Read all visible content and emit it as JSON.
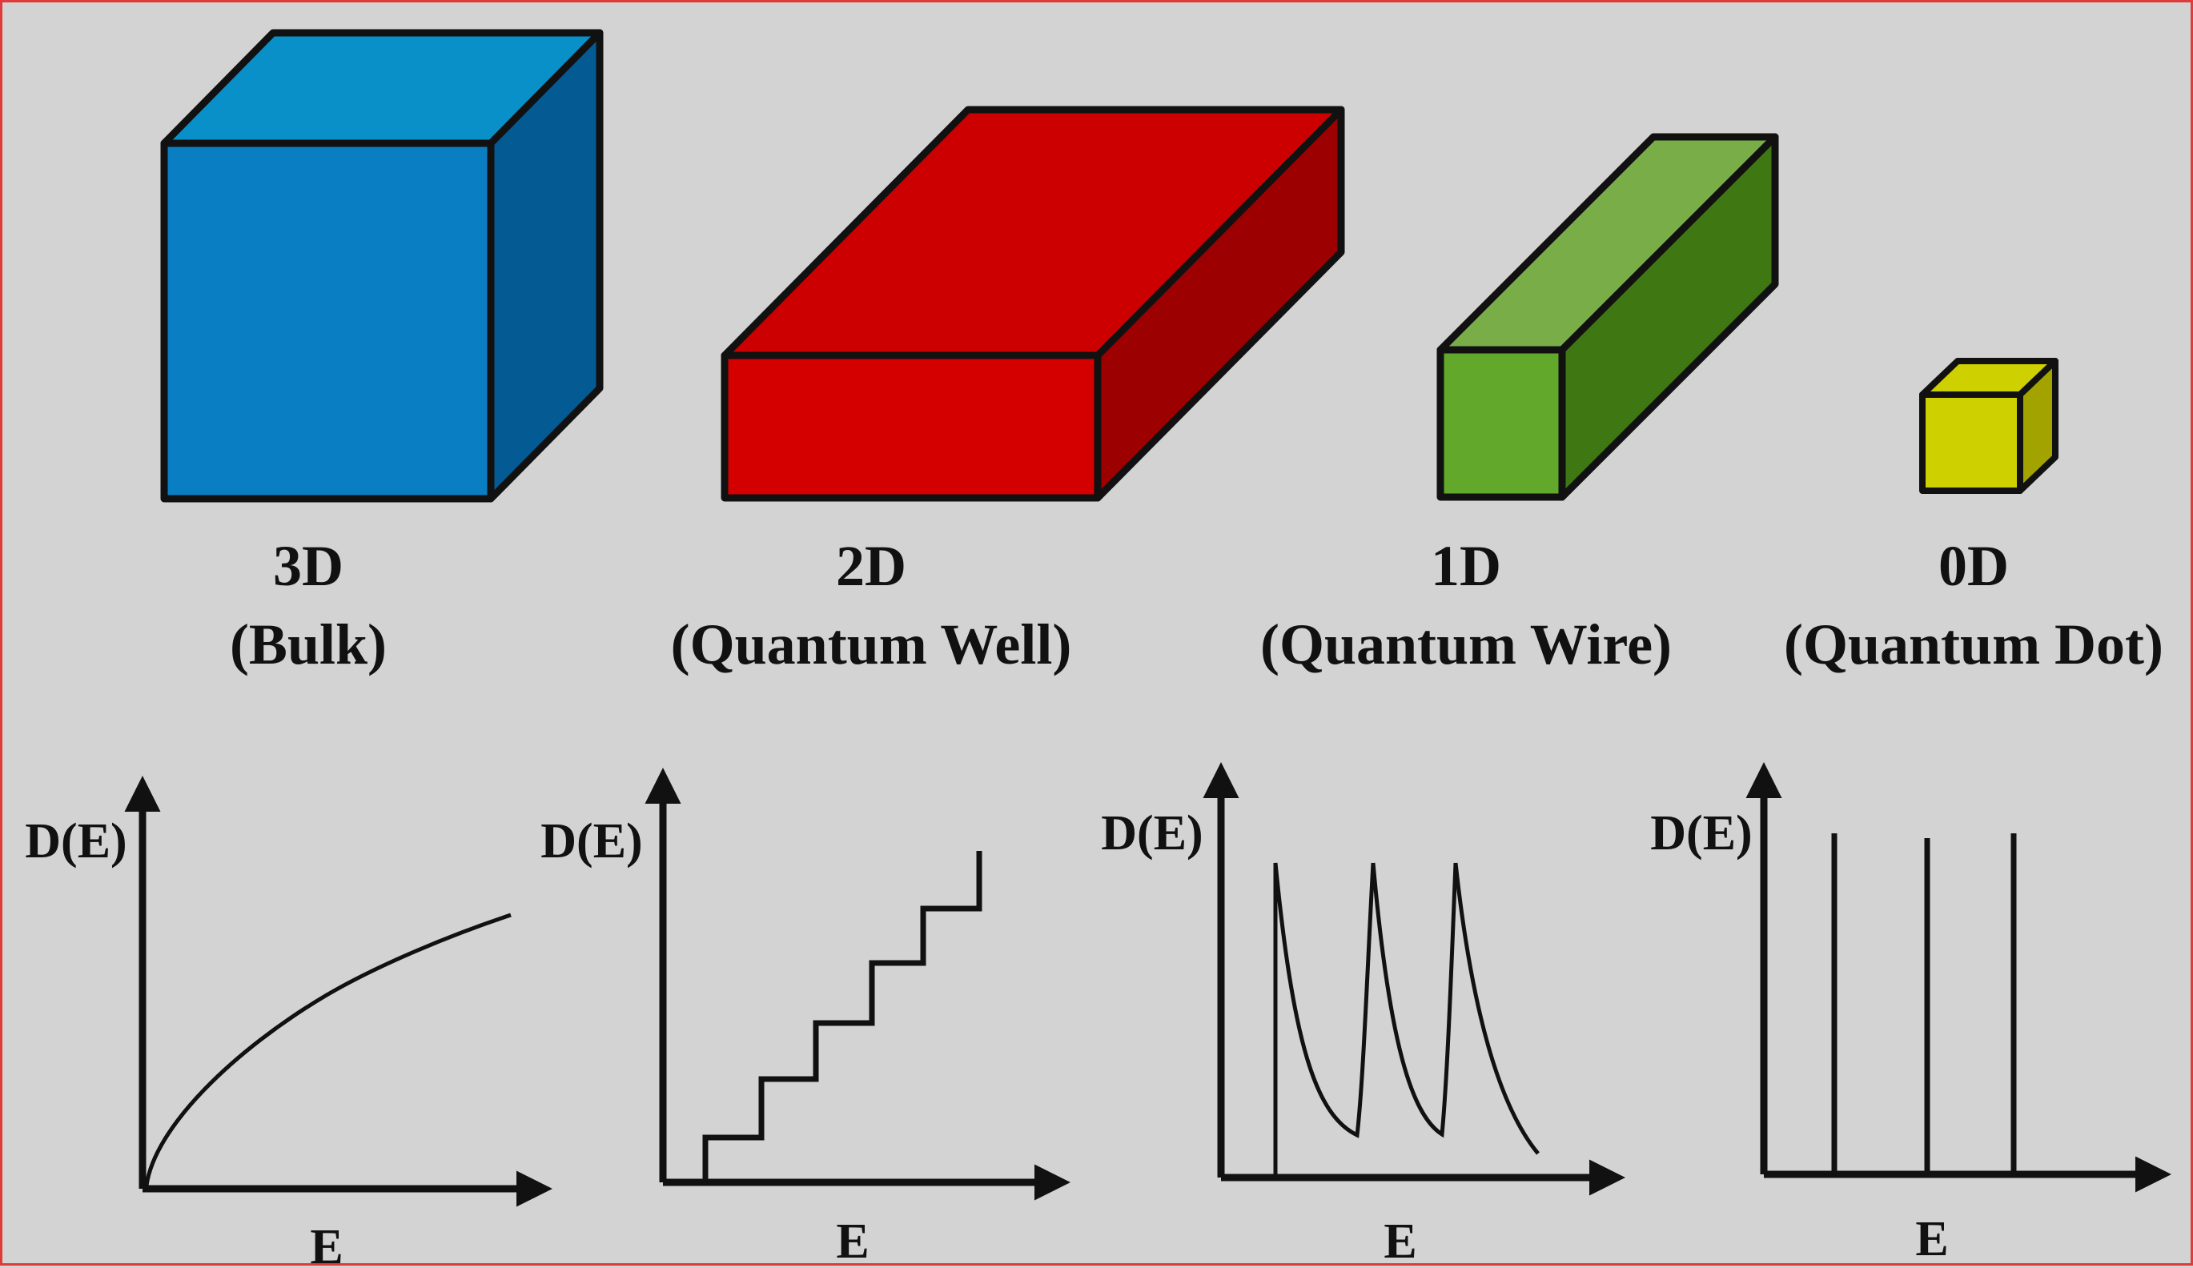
{
  "colors": {
    "background": "#d3d3d3",
    "border": "#e03a3a",
    "outline": "#111111",
    "bulk": {
      "front": "#0a7ec2",
      "top": "#0a90c8",
      "side": "#045a92"
    },
    "well": {
      "front": "#d40000",
      "top": "#cc0000",
      "side": "#9c0000"
    },
    "wire": {
      "front": "#62a82a",
      "top": "#79ad48",
      "side": "#3f7712"
    },
    "dot": {
      "front": "#cfd000",
      "top": "#cfd000",
      "side": "#a3a300"
    }
  },
  "structures": [
    {
      "dim_label": "3D",
      "name_label": "(Bulk)"
    },
    {
      "dim_label": "2D",
      "name_label": "(Quantum Well)"
    },
    {
      "dim_label": "1D",
      "name_label": "(Quantum Wire)"
    },
    {
      "dim_label": "0D",
      "name_label": "(Quantum Dot)"
    }
  ],
  "plots": [
    {
      "ylabel": "D(E)",
      "xlabel": "E",
      "curve": "sqrt"
    },
    {
      "ylabel": "D(E)",
      "xlabel": "E",
      "curve": "staircase",
      "steps": 5
    },
    {
      "ylabel": "D(E)",
      "xlabel": "E",
      "curve": "inverse-sqrt-peaks",
      "peaks": 3
    },
    {
      "ylabel": "D(E)",
      "xlabel": "E",
      "curve": "delta-lines",
      "lines": 3
    }
  ]
}
